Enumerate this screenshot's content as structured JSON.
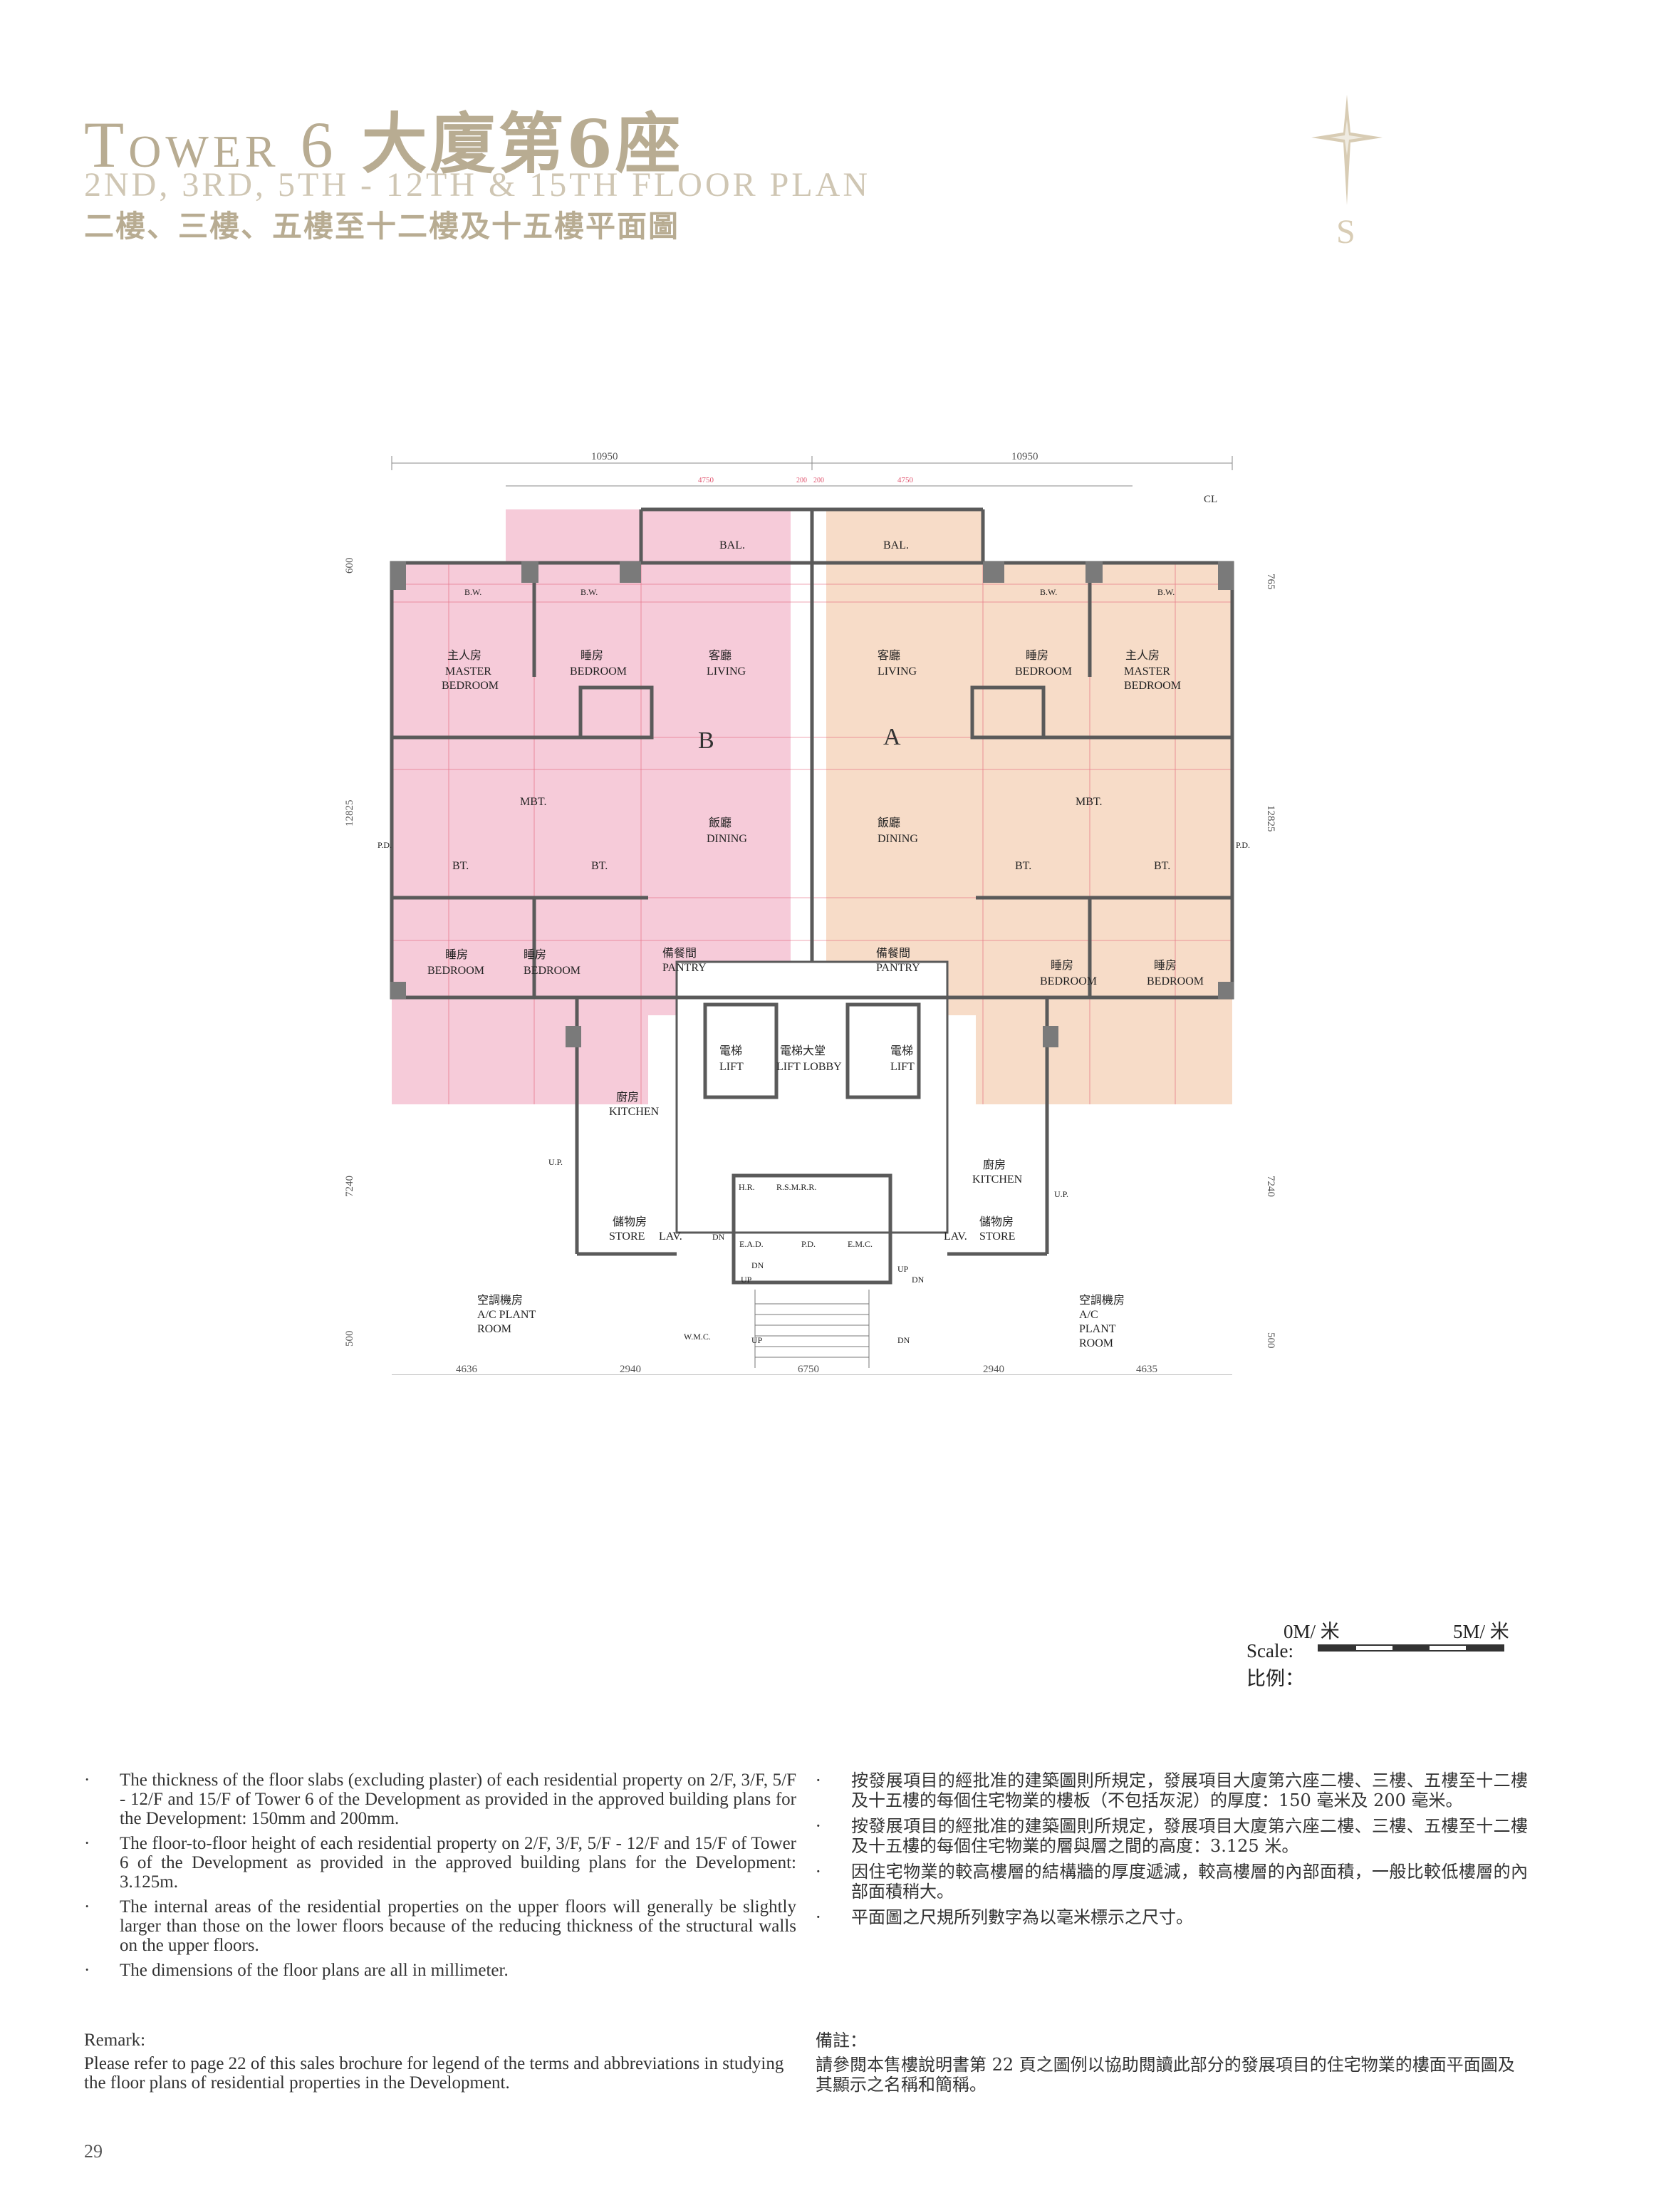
{
  "header": {
    "title_en": "Tower 6",
    "title_zh": "大廈第6座",
    "subtitle_en": "2ND, 3RD, 5TH - 12TH & 15TH FLOOR PLAN",
    "subtitle_zh": "二樓、三樓、五樓至十二樓及十五樓平面圖",
    "compass_label": "S"
  },
  "plan": {
    "top_dims": [
      "10950",
      "10950",
      "4750",
      "200",
      "200",
      "4750"
    ],
    "bottom_dims": [
      "4636",
      "2940",
      "6750",
      "2940",
      "4635"
    ],
    "side_dims_left": [
      "600",
      "12825",
      "7240",
      "500"
    ],
    "side_dims_right": [
      "765",
      "12825",
      "7240",
      "500"
    ],
    "flat_labels": [
      "B",
      "A"
    ],
    "colors": {
      "flat_b": "#f6cbd9",
      "flat_a": "#f7dcc8",
      "wall": "#5a5a5a",
      "dim": "#e0556f"
    },
    "rooms": {
      "bal": "BAL.",
      "bw": "B.W.",
      "master_zh": "主人房",
      "master_en1": "MASTER",
      "master_en2": "BEDROOM",
      "bed_zh": "睡房",
      "bed_en": "BEDROOM",
      "living_zh": "客廳",
      "living_en": "LIVING",
      "dining_zh": "飯廳",
      "dining_en": "DINING",
      "mbt": "MBT.",
      "bt": "BT.",
      "pd": "P.D.",
      "pantry_zh": "備餐間",
      "pantry_en": "PANTRY",
      "lift_zh": "電梯",
      "lift_en": "LIFT",
      "lobby_zh": "電梯大堂",
      "lobby_en": "LIFT LOBBY",
      "kitchen_zh": "廚房",
      "kitchen_en": "KITCHEN",
      "store_zh": "儲物房",
      "store_en": "STORE",
      "lav": "LAV.",
      "up": "U.P.",
      "hr": "H.R.",
      "rsmrr": "R.S.M.R.R.",
      "ead": "E.A.D.",
      "emc": "E.M.C.",
      "wmc": "W.M.C.",
      "dn": "DN",
      "stair_up": "UP",
      "ac_zh": "空調機房",
      "ac_en1": "A/C PLANT",
      "ac_en2": "ROOM",
      "ac_en_r1": "A/C",
      "ac_en_r2": "PLANT",
      "ac_en_r3": "ROOM",
      "cl": "CL"
    }
  },
  "scale": {
    "zero_label": "0M/ 米",
    "five_label": "5M/ 米",
    "label_en": "Scale:",
    "label_zh": "比例："
  },
  "notes_en": [
    "The thickness of the floor slabs (excluding plaster) of each residential property on 2/F, 3/F, 5/F - 12/F and 15/F of Tower 6 of the Development as provided in the approved building plans for the Development: 150mm and 200mm.",
    "The floor-to-floor height of each residential property on 2/F, 3/F, 5/F - 12/F and 15/F of Tower 6 of the Development as provided in the approved building plans for the Development: 3.125m.",
    "The internal areas of the residential properties on the upper floors will generally be slightly larger than those on the lower floors because of the reducing thickness of the structural walls on the upper floors.",
    "The dimensions of the floor plans are all in millimeter."
  ],
  "notes_zh": [
    "按發展項目的經批准的建築圖則所規定，發展項目大廈第六座二樓、三樓、五樓至十二樓及十五樓的每個住宅物業的樓板（不包括灰泥）的厚度：150 毫米及 200 毫米。",
    "按發展項目的經批准的建築圖則所規定，發展項目大廈第六座二樓、三樓、五樓至十二樓及十五樓的每個住宅物業的層與層之間的高度：3.125 米。",
    "因住宅物業的較高樓層的結構牆的厚度遞減，較高樓層的內部面積，一般比較低樓層的內部面積稍大。",
    "平面圖之尺規所列數字為以毫米標示之尺寸。"
  ],
  "remark": {
    "head_en": "Remark:",
    "body_en": "Please refer to page 22 of this sales brochure for legend of the terms and abbreviations in studying the floor plans of residential properties in the Development.",
    "head_zh": "備註：",
    "body_zh": "請參閱本售樓說明書第 22 頁之圖例以協助閱讀此部分的發展項目的住宅物業的樓面平面圖及其顯示之名稱和簡稱。"
  },
  "page_number": "29"
}
